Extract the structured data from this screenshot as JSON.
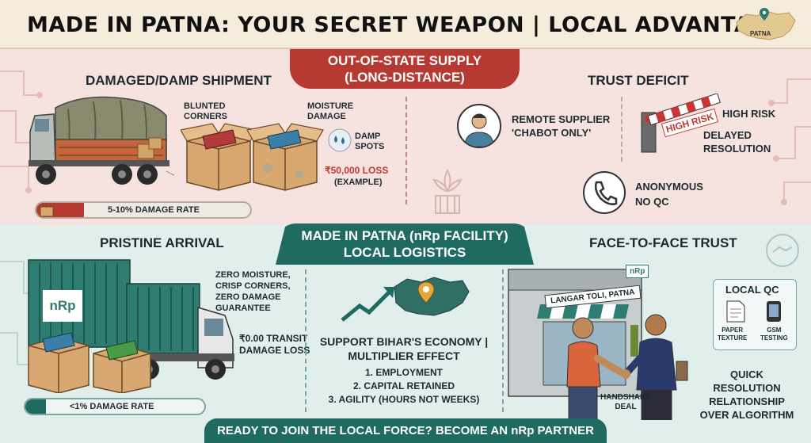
{
  "header": {
    "title": "MADE IN PATNA: YOUR SECRET WEAPON | LOCAL ADVANTAGE",
    "map_label": "PATNA"
  },
  "top": {
    "banner_line1": "OUT-OF-STATE SUPPLY",
    "banner_line2": "(LONG-DISTANCE)",
    "left_title": "DAMAGED/DAMP SHIPMENT",
    "blunted_1": "BLUNTED",
    "blunted_2": "CORNERS",
    "moisture_1": "MOISTURE",
    "moisture_2": "DAMAGE",
    "damp_1": "DAMP",
    "damp_2": "SPOTS",
    "loss": "₹50,000 LOSS",
    "loss_example": "(EXAMPLE)",
    "damage_rate": "5-10% DAMAGE RATE",
    "right_title": "TRUST DEFICIT",
    "remote_1": "REMOTE SUPPLIER",
    "remote_2": "'CHABOT ONLY'",
    "high_risk_sign": "HIGH RISK",
    "high_risk": "HIGH RISK",
    "delayed_1": "DELAYED",
    "delayed_2": "RESOLUTION",
    "anon_1": "ANONYMOUS",
    "anon_2": "NO QC"
  },
  "bottom": {
    "banner_line1": "MADE IN PATNA (nRp FACILITY)",
    "banner_line2": "LOCAL LOGISTICS",
    "left_title": "PRISTINE ARRIVAL",
    "container_logo": "nRp",
    "zero_moisture": "ZERO MOISTURE,",
    "crisp": "CRISP CORNERS,",
    "zero_damage_1": "ZERO DAMAGE",
    "zero_damage_2": "GUARANTEE",
    "transit_1": "₹0.00 TRANSIT",
    "transit_2": "DAMAGE LOSS",
    "damage_rate": "<1% DAMAGE RATE",
    "support_1": "SUPPORT BIHAR'S ECONOMY |",
    "support_2": "MULTIPLIER EFFECT",
    "list": [
      "1. EMPLOYMENT",
      "2. CAPITAL RETAINED",
      "3. AGILITY (HOURS NOT WEEKS)"
    ],
    "right_title": "FACE-TO-FACE TRUST",
    "shop_sign": "LANGAR TOLI, PATNA",
    "shop_logo": "nRp",
    "local_qc": "LOCAL QC",
    "paper_1": "PAPER",
    "paper_2": "TEXTURE",
    "gsm_1": "GSM",
    "gsm_2": "TESTING",
    "handshake_1": "HANDSHAKE",
    "handshake_2": "DEAL",
    "quick_1": "QUICK RESOLUTION",
    "quick_2": "RELATIONSHIP",
    "quick_3": "OVER ALGORITHM",
    "cta": "READY TO JOIN THE LOCAL FORCE? BECOME AN nRp PARTNER"
  },
  "colors": {
    "red_accent": "#b63a32",
    "teal_accent": "#1f6b62",
    "top_bg": "#f6e3df",
    "bottom_bg": "#e0efec"
  }
}
